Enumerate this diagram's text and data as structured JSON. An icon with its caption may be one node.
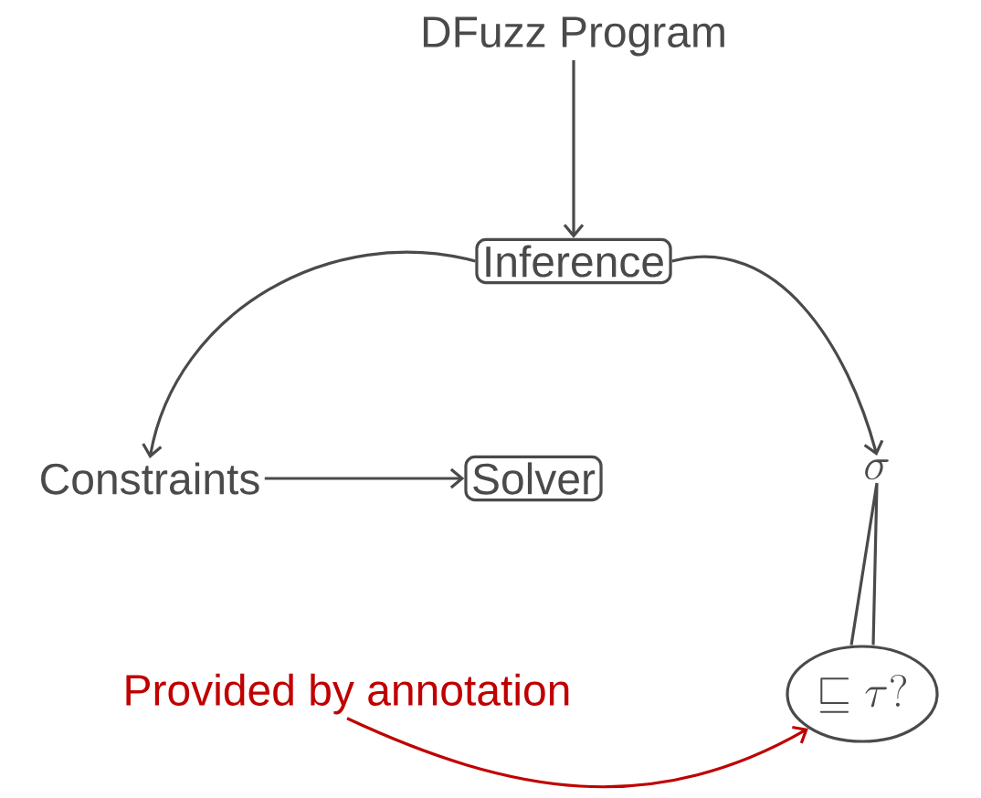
{
  "diagram": {
    "nodes": [
      {
        "text": [
          "DFuzz Program"
        ]
      },
      {
        "text": [
          "Inference"
        ]
      },
      {
        "text": [
          "Constraints"
        ]
      },
      {
        "text": [
          "Solver"
        ]
      },
      {
        "text": [
          "\\sigma"
        ]
      },
      {
        "text": [
          "\\sqsubseteq \\tau?"
        ]
      },
      {
        "text": [
          "Provided by annotation"
        ]
      }
    ],
    "edges": [
      {
        "from": 0,
        "to": 1,
        "arrow": "to"
      },
      {
        "from": 1,
        "to": 2,
        "arrow": "to"
      },
      {
        "from": 1,
        "to": 4,
        "arrow": "to"
      },
      {
        "from": 2,
        "to": 3,
        "arrow": "to"
      },
      {
        "from": 4,
        "to": 5,
        "arrow": "none"
      },
      {
        "from": 6,
        "to": 5,
        "arrow": "to",
        "color": "#c00000"
      }
    ]
  }
}
